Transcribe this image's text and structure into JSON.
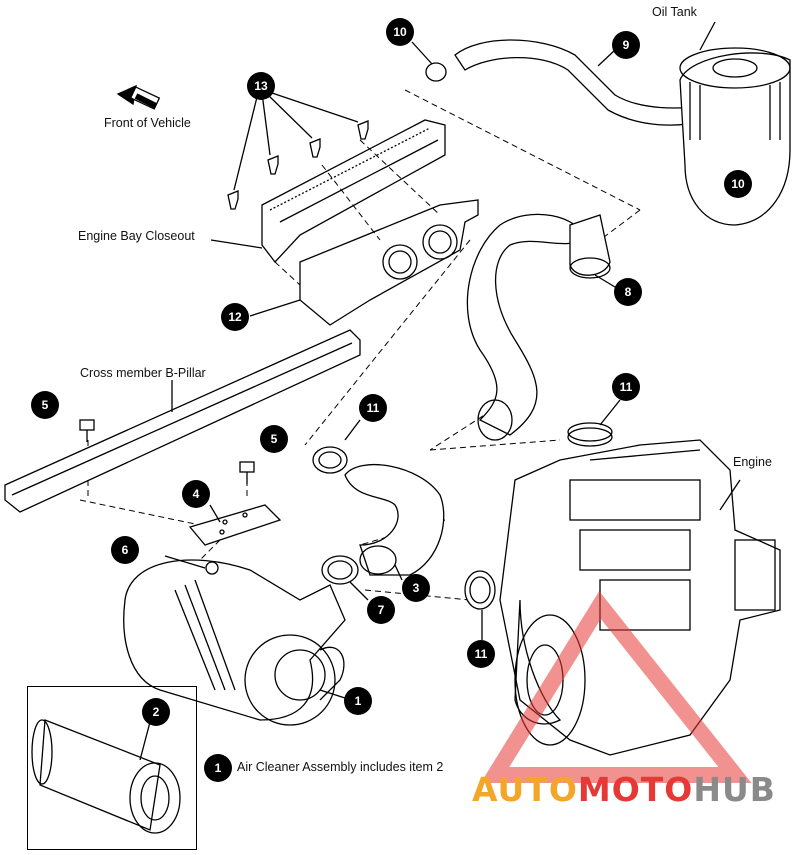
{
  "labels": {
    "front_of_vehicle": "Front of Vehicle",
    "engine_bay_closeout": "Engine Bay Closeout",
    "cross_member": "Cross member B-Pillar",
    "oil_tank": "Oil Tank",
    "engine": "Engine"
  },
  "callouts": {
    "c1": "1",
    "c2": "2",
    "c3": "3",
    "c4": "4",
    "c5a": "5",
    "c5b": "5",
    "c6": "6",
    "c7": "7",
    "c8": "8",
    "c9": "9",
    "c10a": "10",
    "c10b": "10",
    "c11a": "11",
    "c11b": "11",
    "c11c": "11",
    "c12": "12",
    "c13": "13",
    "legend": "1"
  },
  "legend": {
    "text": "Air Cleaner Assembly includes item 2"
  },
  "watermark": {
    "part1": "AUTO",
    "part2": "MOTO",
    "part3": "HUB",
    "color1": "#f4a62a",
    "color2": "#e53935",
    "color3": "#8a8a8a"
  }
}
